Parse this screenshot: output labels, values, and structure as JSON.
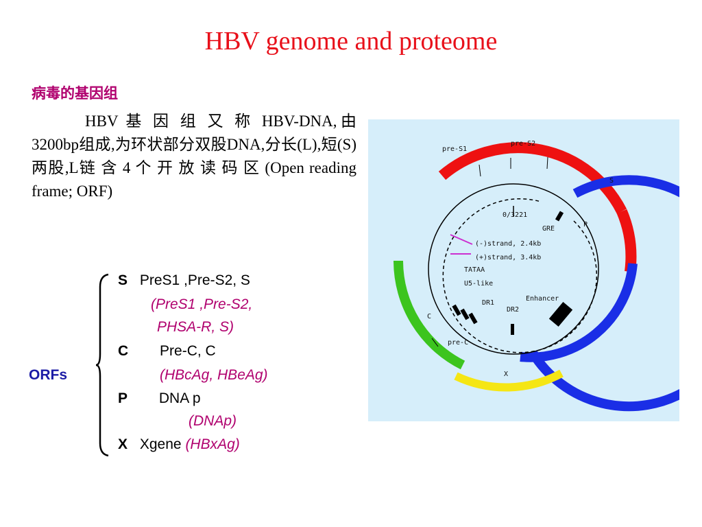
{
  "title": "HBV genome and proteome",
  "heading_cn": "病毒的基因组",
  "paragraph": "HBV 基 因 组 又 称 HBV-DNA,由3200bp组成,为环状部分双股DNA,分长(L),短(S)两股,L链 含 4 个 开 放 读 码 区 (Open reading frame; ORF)",
  "orfs_label": "ORFs",
  "orfs": [
    {
      "letter": "S",
      "genes": "PreS1 ,Pre-S2, S",
      "products_line1": "(PreS1 ,Pre-S2,",
      "products_line2": "PHSA-R, S)"
    },
    {
      "letter": "C",
      "genes": "Pre-C, C",
      "products": "(HBcAg, HBeAg)"
    },
    {
      "letter": "P",
      "genes": "DNA p",
      "products": "(DNAp)"
    },
    {
      "letter": "X",
      "genes": "Xgene",
      "products": "(HBxAg)"
    }
  ],
  "diagram_labels": {
    "pre_s1": "pre-S1",
    "pre_s2": "pre-S2",
    "s": "S",
    "p": "P",
    "c": "C",
    "pre_c": "pre-C",
    "x": "X",
    "origin": "0/3221",
    "gre": "GRE",
    "minus_strand": "(-)strand, 2.4kb",
    "plus_strand": "(+)strand, 3.4kb",
    "tataa": "TATAA",
    "u5_like": "U5-like",
    "dr1": "DR1",
    "dr2": "DR2",
    "enhancer": "Enhancer"
  },
  "colors": {
    "title": "#e8101a",
    "accent_pink": "#b0006e",
    "orfs_label": "#1c1ca6",
    "s_orf": "#ee1111",
    "p_orf": "#1a2ee6",
    "c_orf": "#3cc41e",
    "x_orf": "#f5e614",
    "strand_marker": "#cc2fd0",
    "diagram_bg": "#d6eefa"
  }
}
